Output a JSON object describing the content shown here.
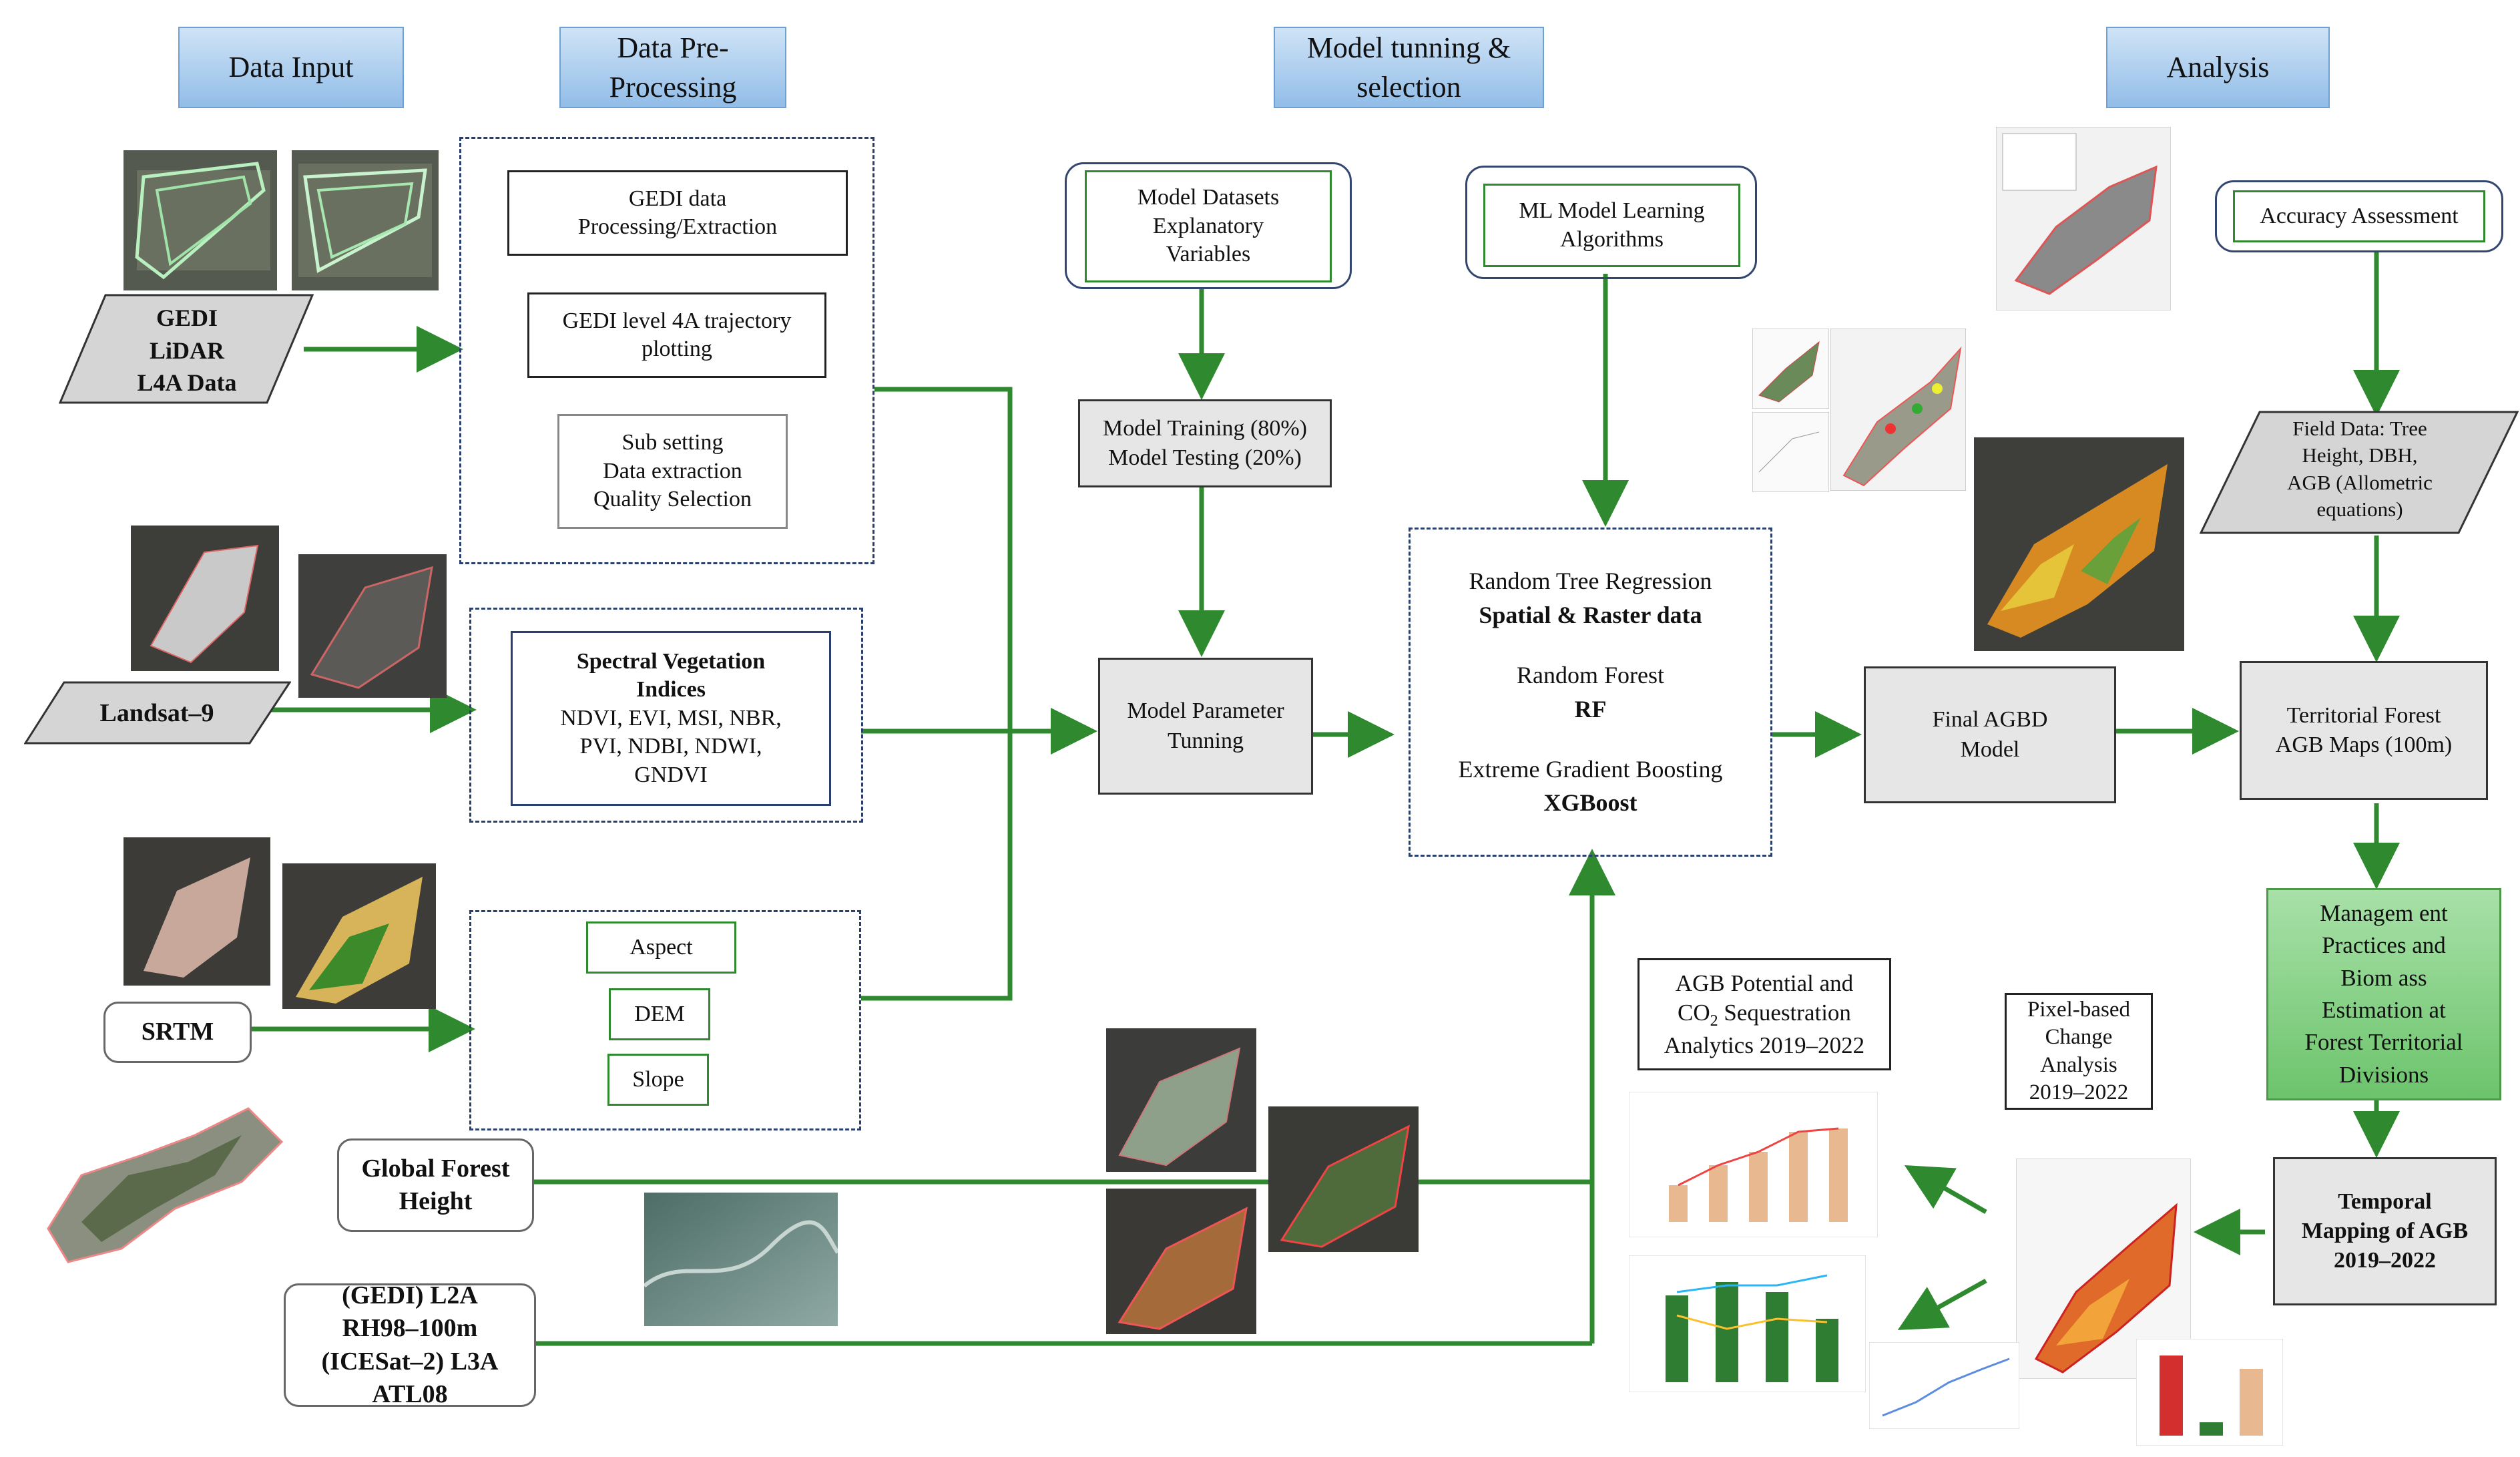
{
  "headers": {
    "input": "Data Input",
    "preprocess": "Data Pre-\nProcessing",
    "model": "Model tunning &\nselection",
    "analysis": "Analysis"
  },
  "inputs": {
    "gedi": "GEDI\nLiDAR\nL4A Data",
    "landsat": "Landsat–9",
    "srtm": "SRTM",
    "gfh": "Global Forest\nHeight",
    "gedi_l2a": "(GEDI) L2A\nRH98–100m\n(ICESat–2) L3A ATL08"
  },
  "preprocess": {
    "gedi_extract": "GEDI data\nProcessing/Extraction",
    "gedi_traj": "GEDI level 4A trajectory\nplotting",
    "subset": "Sub setting\nData extraction\nQuality Selection",
    "svi_title": "Spectral Vegetation\nIndices",
    "svi_list": "NDVI, EVI, MSI, NBR,\nPVI, NDBI, NDWI,\nGNDVI",
    "aspect": "Aspect",
    "dem": "DEM",
    "slope": "Slope"
  },
  "model": {
    "datasets": "Model Datasets\nExplanatory\nVariables",
    "training": "Model Training (80%)\nModel Testing (20%)",
    "param": "Model Parameter\nTunning",
    "ml": "ML Model Learning\nAlgorithms",
    "rtr": "Random Tree Regression",
    "rtr_sub": "Spatial & Raster data",
    "rf": "Random Forest",
    "rf_sub": "RF",
    "xgb": "Extreme Gradient Boosting",
    "xgb_sub": "XGBoost"
  },
  "analysis": {
    "final": "Final AGBD\nModel",
    "accuracy": "Accuracy Assessment",
    "field": "Field Data: Tree\nHeight, DBH,\nAGB (Allometric\nequations)",
    "territorial": "Territorial Forest\nAGB Maps (100m)",
    "management": "Managem ent\nPractices and\nBiom ass\nEstimation at\nForest Territorial\nDivisions",
    "temporal": "Temporal\nMapping of AGB\n2019–2022",
    "pixel": "Pixel-based\nChange\nAnalysis\n2019–2022",
    "potential_pre": "AGB Potential and\nCO",
    "potential_sub": "2",
    "potential_post": " Sequestration\nAnalytics 2019–2022"
  },
  "colors": {
    "arrow": "#2f8a2f",
    "header_bg": "#a9cbee",
    "management_bg": "#7fcf7f",
    "box_grey": "#e6e6e6"
  }
}
